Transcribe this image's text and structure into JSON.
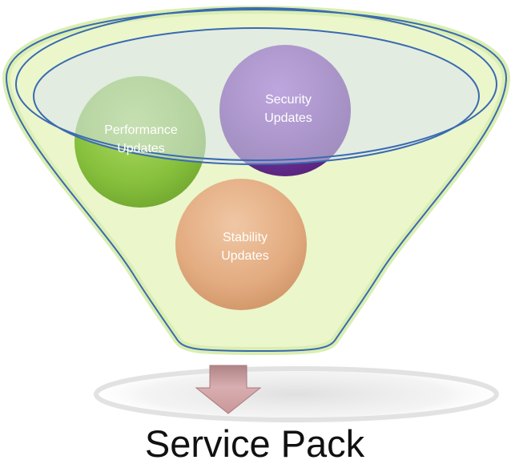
{
  "diagram": {
    "circles": [
      {
        "id": "performance",
        "line1": "Performance",
        "line2": "Updates",
        "color": "#8cc43a"
      },
      {
        "id": "security",
        "line1": "Security",
        "line2": "Updates",
        "color": "#7a3fa0"
      },
      {
        "id": "stability",
        "line1": "Stability",
        "line2": "Updates",
        "color": "#e3a57b"
      }
    ],
    "funnel_fill": "#e8f5c8",
    "funnel_edge": "#3a6ab0",
    "arrow_color": "#c89a9c",
    "output_label": "Service Pack"
  }
}
